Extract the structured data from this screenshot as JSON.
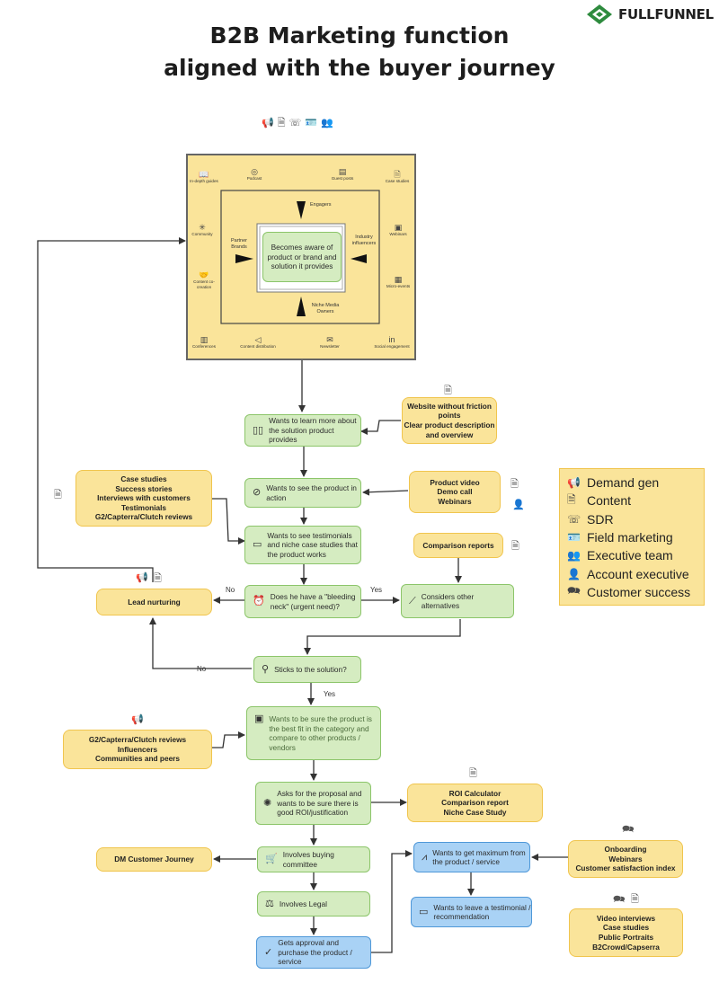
{
  "header": {
    "title_line1": "B2B Marketing function",
    "title_line2": "aligned with the buyer journey",
    "logo_text": "FULLFUNNEL"
  },
  "awareness": {
    "outer_items": [
      "In-depth guides",
      "Podcast",
      "Guest posts",
      "Case studies",
      "Community",
      "Webinars",
      "Content co-creation",
      "Micro-events",
      "Conferences",
      "Content distribution",
      "Newsletter",
      "Social engagement"
    ],
    "engagers": "Engagers",
    "partner_brands": "Partner Brands",
    "industry_influencers": "Industry influencers",
    "niche_media_owners": "Niche Media Owners",
    "center": "Becomes aware of product or brand and solution it provides"
  },
  "steps": {
    "learn_more": "Wants to learn more about the solution product provides",
    "see_in_action": "Wants to see the product in action",
    "testimonials": "Wants to see testimonials and niche case studies that the product works",
    "bleeding_neck": "Does he have a \"bleeding neck\" (urgent need)?",
    "alternatives": "Considers other alternatives",
    "sticks": "Sticks to the solution?",
    "best_fit": "Wants to be sure the product is the best fit in the category and compare to other products / vendors",
    "proposal": "Asks for the proposal and wants to be sure there is good ROI/justification",
    "buying_committee": "Involves buying committee",
    "legal": "Involves Legal",
    "approval": "Gets approval and purchase the product / service",
    "maximum": "Wants to get maximum from the product / service",
    "testimonial_rec": "Wants to leave a testimonial / recommendation"
  },
  "notes": {
    "website": [
      "Website without friction",
      "points",
      "Clear product description",
      "and overview"
    ],
    "product_video": [
      "Product video",
      "Demo call",
      "Webinars"
    ],
    "case_studies": [
      "Case studies",
      "Success stories",
      "Interviews with customers",
      "Testimonials",
      "G2/Capterra/Clutch reviews"
    ],
    "comparison": [
      "Comparison reports"
    ],
    "lead_nurturing": [
      "Lead nurturing"
    ],
    "g2": [
      "G2/Capterra/Clutch reviews",
      "Influencers",
      "Communities and peers"
    ],
    "roi": [
      "ROI Calculator",
      "Comparison report",
      "Niche Case Study"
    ],
    "dm_journey": [
      "DM Customer Journey"
    ],
    "onboarding": [
      "Onboarding",
      "Webinars",
      "Customer satisfaction index"
    ],
    "video_interviews": [
      "Video interviews",
      "Case studies",
      "Public Portraits",
      "B2Crowd/Capserra"
    ]
  },
  "labels": {
    "no1": "No",
    "yes1": "Yes",
    "no2": "No",
    "yes2": "Yes"
  },
  "legend": [
    {
      "icon": "megaphone-icon",
      "glyph": "📢",
      "label": "Demand gen"
    },
    {
      "icon": "document-icon",
      "glyph": "🗎",
      "label": "Content"
    },
    {
      "icon": "phone-icon",
      "glyph": "☏",
      "label": "SDR"
    },
    {
      "icon": "id-card-icon",
      "glyph": "🪪",
      "label": "Field marketing"
    },
    {
      "icon": "team-icon",
      "glyph": "👥",
      "label": "Executive team"
    },
    {
      "icon": "person-icon",
      "glyph": "👤",
      "label": "Account executive"
    },
    {
      "icon": "support-icon",
      "glyph": "🗪",
      "label": "Customer success"
    }
  ],
  "colors": {
    "awareness_bg": "#fae49a",
    "step_green": "#d5ecc1",
    "note_yellow": "#fae49a",
    "step_blue": "#a9d2f5",
    "logo_green": "#2e8b3e"
  }
}
